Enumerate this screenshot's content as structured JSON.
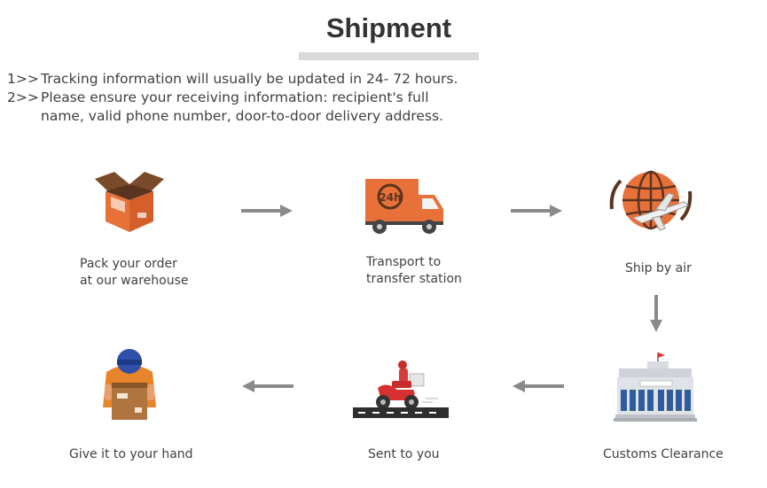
{
  "header": {
    "title": "Shipment"
  },
  "notes": [
    {
      "num": "1>>",
      "text": "Tracking information will usually be updated in 24- 72 hours."
    },
    {
      "num": "2>>",
      "text": "Please ensure your receiving information: recipient's full name, valid phone number, door-to-door delivery address."
    }
  ],
  "steps": [
    {
      "label_line1": "Pack your order",
      "label_line2": "at our warehouse",
      "icon": "box-icon"
    },
    {
      "label_line1": "Transport to",
      "label_line2": "transfer station",
      "icon": "truck-24h-icon"
    },
    {
      "label_line1": "Ship by air",
      "label_line2": "",
      "icon": "globe-plane-icon"
    },
    {
      "label_line1": "Customs Clearance",
      "label_line2": "",
      "icon": "customs-building-icon"
    },
    {
      "label_line1": "Sent to you",
      "label_line2": "",
      "icon": "scooter-courier-icon"
    },
    {
      "label_line1": "Give it to your hand",
      "label_line2": "",
      "icon": "courier-package-icon"
    }
  ],
  "colors": {
    "accent": "#e0642a",
    "arrow": "#8a8a8a",
    "text": "#3f3f3f"
  }
}
